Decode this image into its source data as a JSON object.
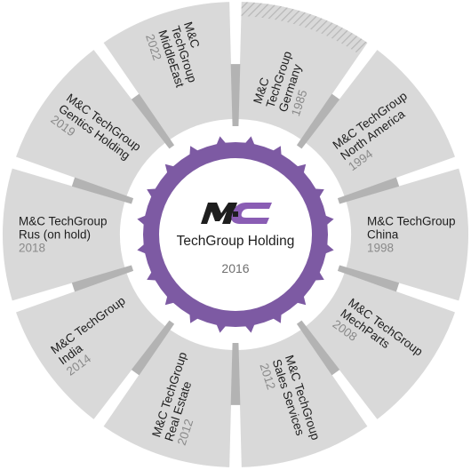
{
  "hub": {
    "logo": "M&C",
    "name": "TechGroup Holding",
    "year": "2016"
  },
  "segments": [
    {
      "lines": [
        "M&C",
        "TechGroup",
        "Germany"
      ],
      "year": "1985"
    },
    {
      "lines": [
        "M&C TechGroup",
        "North America"
      ],
      "year": "1994"
    },
    {
      "lines": [
        "M&C TechGroup",
        "China"
      ],
      "year": "1998"
    },
    {
      "lines": [
        "M&C TechGroup",
        "MechParts"
      ],
      "year": "2008"
    },
    {
      "lines": [
        "M&C TechGroup",
        "Sales Services"
      ],
      "year": "2012"
    },
    {
      "lines": [
        "M&C TechGroup",
        "Real Estate"
      ],
      "year": "2012"
    },
    {
      "lines": [
        "M&C TechGroup",
        "India"
      ],
      "year": "2014"
    },
    {
      "lines": [
        "M&C TechGroup",
        "Rus (on hold)"
      ],
      "year": "2018"
    },
    {
      "lines": [
        "M&C TechGroup",
        "Gentics Holding"
      ],
      "year": "2019"
    },
    {
      "lines": [
        "M&C",
        "TechGroup",
        "MiddleEast"
      ],
      "year": "2022"
    }
  ],
  "colors": {
    "segment": "#d9d9d9",
    "spoke": "#b3b3b3",
    "hub_ring": "#7d5aa3",
    "hub_fill": "#ffffff",
    "logo_dark": "#1e1e1e",
    "logo_accent": "#8a5db4"
  }
}
